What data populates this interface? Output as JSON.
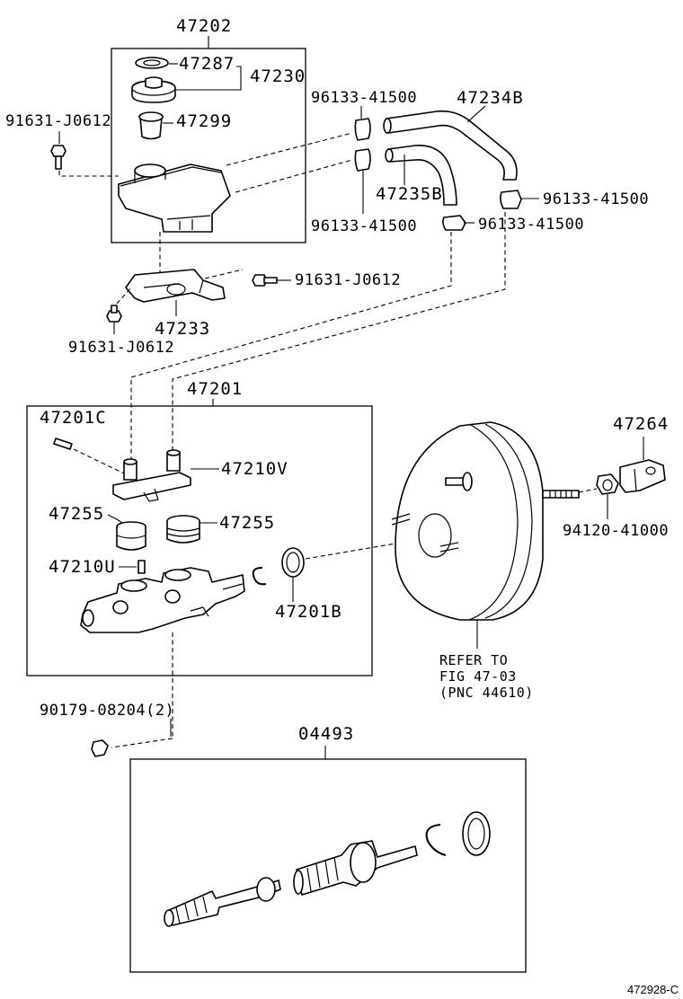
{
  "labels": {
    "p47202": "47202",
    "p47287": "47287",
    "p47230": "47230",
    "p47299": "47299",
    "p91631_a": "91631-J0612",
    "p96133_a": "96133-41500",
    "p47234B": "47234B",
    "p47235B": "47235B",
    "p96133_b": "96133-41500",
    "p96133_c": "96133-41500",
    "p96133_d": "96133-41500",
    "p91631_b": "91631-J0612",
    "p47233": "47233",
    "p91631_c": "91631-J0612",
    "p47201": "47201",
    "p47201C": "47201C",
    "p47210V": "47210V",
    "p47255_a": "47255",
    "p47255_b": "47255",
    "p47210U": "47210U",
    "p47201B": "47201B",
    "p47264": "47264",
    "p94120": "94120-41000",
    "refer_note": "REFER TO\nFIG 47-03\n(PNC 44610)",
    "p90179": "90179-08204(2)",
    "p04493": "04493",
    "diagram_code": "472928-C"
  }
}
